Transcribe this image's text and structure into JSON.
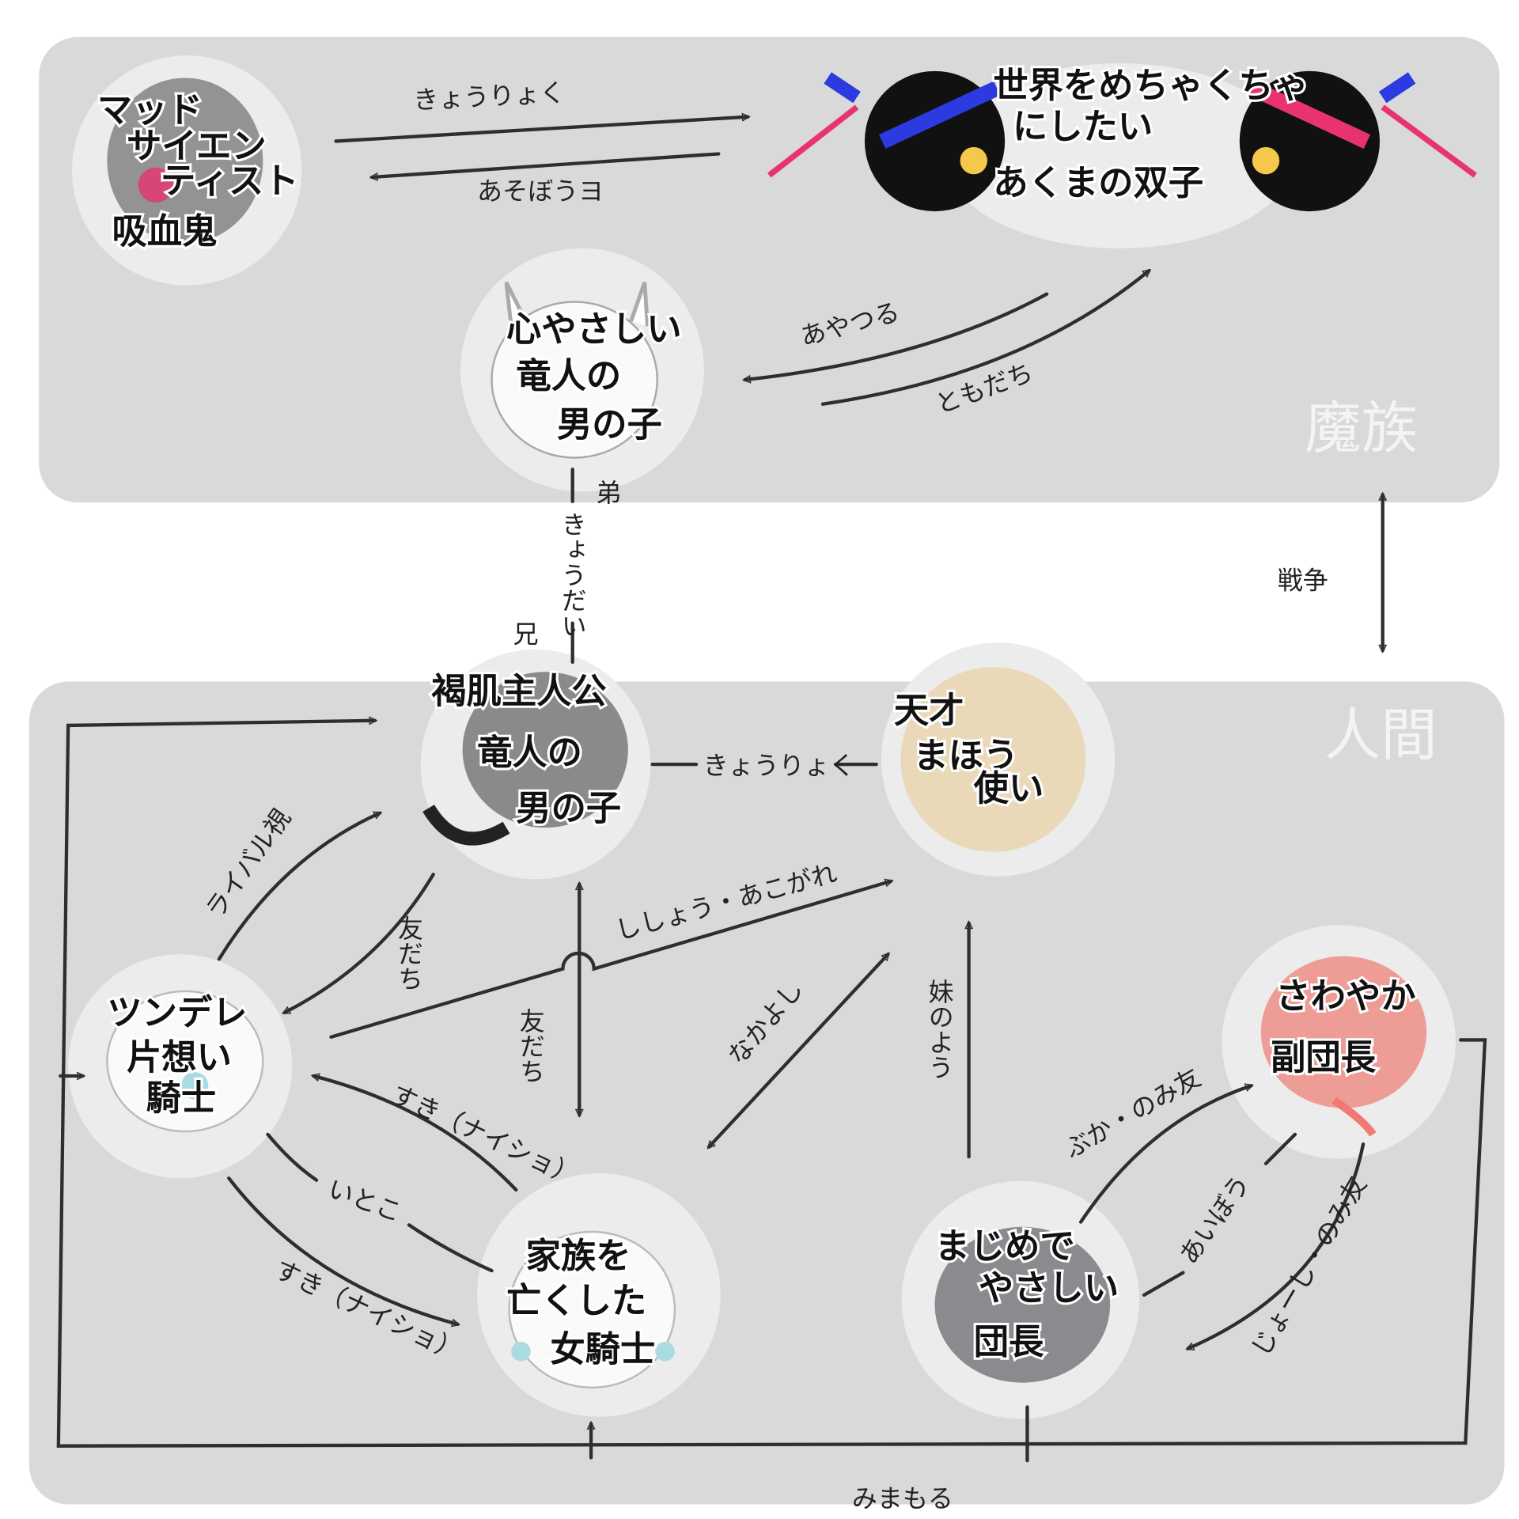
{
  "groups": {
    "demon": "魔族",
    "human": "人間"
  },
  "characters": {
    "vampire": {
      "lines": [
        "マッド",
        "サイエン",
        "ティスト",
        "吸血鬼"
      ],
      "hair": "#4a4a4a"
    },
    "twins": {
      "lines": [
        "世界をめちゃくちゃ",
        "にしたい",
        "あくまの双子"
      ],
      "hair": "#111111",
      "accent1": "#e8336f",
      "accent2": "#2b3be0"
    },
    "dragon_boy": {
      "lines": [
        "心やさしい",
        "竜人の",
        "男の子"
      ],
      "hair": "#f0f0f0"
    },
    "protagonist": {
      "lines": [
        "褐肌主人公",
        "竜人の",
        "男の子"
      ],
      "hair": "#3a3a3a"
    },
    "mage": {
      "lines": [
        "天才",
        "まほう",
        "使い"
      ],
      "hair": "#e9d3a8"
    },
    "tsundere_knight": {
      "lines": [
        "ツンデレ",
        "片想い",
        "騎士"
      ],
      "hair": "#f2f2f2"
    },
    "female_knight": {
      "lines": [
        "家族を",
        "亡くした",
        "女騎士"
      ],
      "hair": "#f2f2f2"
    },
    "captain": {
      "lines": [
        "まじめで",
        "やさしい",
        "団長"
      ],
      "hair": "#3c3c44"
    },
    "vice_captain": {
      "lines": [
        "さわやか",
        "副団長"
      ],
      "hair": "#f07a72"
    }
  },
  "relations": {
    "vampire_to_twins": "きょうりょく",
    "twins_to_vampire": "あそぼうヨ",
    "twins_to_dragon": "あやつる",
    "dragon_to_twins": "ともだち",
    "younger_brother": "弟",
    "siblings": "きょうだい",
    "older_brother": "兄",
    "war": "戦争",
    "protagonist_mage": "きょうりょく",
    "rival": "ライバル視",
    "friends_knight": "友だち",
    "admiration": "ししょう・あこがれ",
    "friends_female_knight": "友だち",
    "close_friends": "なかよし",
    "like_sister": "妹のよう",
    "secret_love_1": "すき（ナイショ）",
    "cousins": "いとこ",
    "secret_love_2": "すき（ナイショ）",
    "subordinate": "ぶか・のみ友",
    "partner": "あいぼう",
    "boss": "じょーし・のみ友",
    "watch_over": "みまもる"
  },
  "colors": {
    "panel": "#d9d9d9",
    "bubble": "#ececec",
    "line": "#2e2e2e"
  }
}
